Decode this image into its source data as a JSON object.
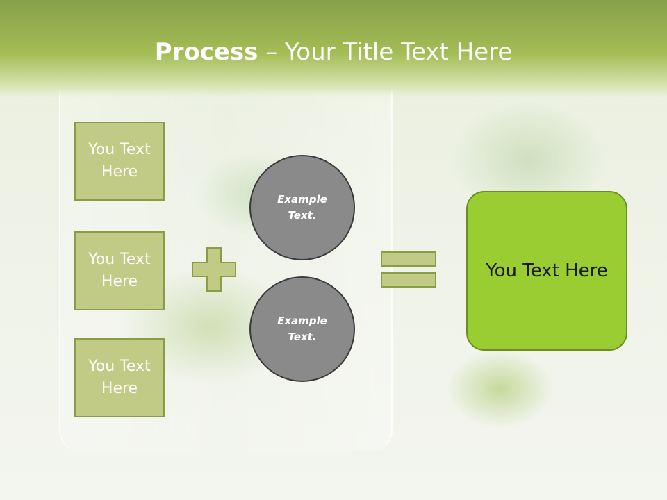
{
  "slide": {
    "title_bold": "Process",
    "title_rest": " – Your Title Text Here"
  },
  "inputs": [
    {
      "label": "You Text Here"
    },
    {
      "label": "You Text Here"
    },
    {
      "label": "You Text Here"
    }
  ],
  "operators": {
    "plus_icon": "plus-icon",
    "equals_icon": "equals-icon"
  },
  "examples": [
    {
      "label": "Example Text."
    },
    {
      "label": "Example Text."
    }
  ],
  "result": {
    "label": "You Text Here"
  },
  "colors": {
    "header_green": "#a4bd55",
    "box_fill": "#c1cb85",
    "box_border": "#8a9d44",
    "circle_fill": "#8a8a8a",
    "result_fill": "#9acd32"
  }
}
